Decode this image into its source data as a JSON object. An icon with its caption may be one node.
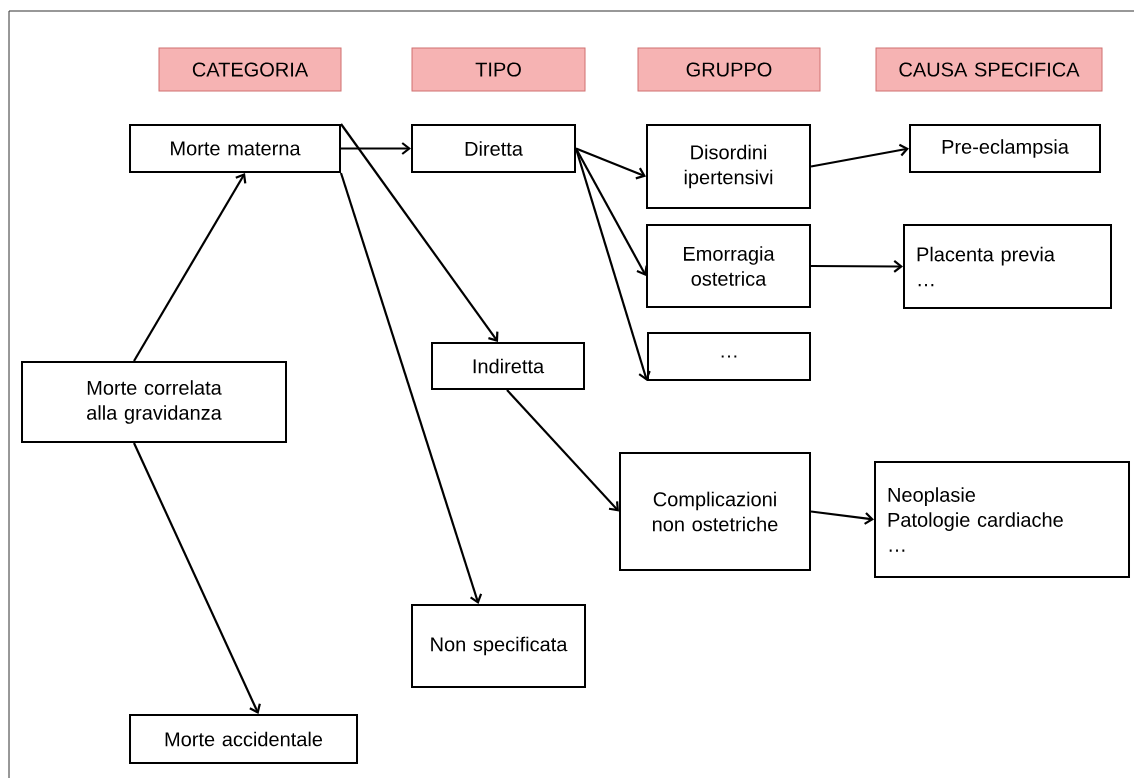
{
  "diagram": {
    "nodes": [
      {
        "text": [
          "CATEGORIA"
        ]
      },
      {
        "text": [
          "TIPO"
        ]
      },
      {
        "text": [
          "GRUPPO"
        ]
      },
      {
        "text": [
          "CAUSA SPECIFICA"
        ]
      },
      {
        "text": [
          "Morte materna"
        ]
      },
      {
        "text": [
          "Diretta"
        ]
      },
      {
        "text": [
          "Disordini ipertensivi"
        ]
      },
      {
        "text": [
          "Pre-eclampsia"
        ]
      },
      {
        "text": [
          "Emorragia ostetrica"
        ]
      },
      {
        "text": [
          "Placenta previa",
          "…"
        ]
      },
      {
        "text": [
          "…"
        ]
      },
      {
        "text": [
          "Indiretta"
        ]
      },
      {
        "text": [
          "Morte correlata alla gravidanza"
        ]
      },
      {
        "text": [
          "Complicazioni non ostetriche"
        ]
      },
      {
        "text": [
          "Neoplasie",
          "Patologie cardiache",
          "…"
        ]
      },
      {
        "text": [
          "Non specificata"
        ]
      },
      {
        "text": [
          "Morte accidentale"
        ]
      }
    ],
    "edges": [
      {
        "from": 12,
        "to": 4,
        "arrow": "to"
      },
      {
        "from": 12,
        "to": 16,
        "arrow": "to"
      },
      {
        "from": 4,
        "to": 5,
        "arrow": "to"
      },
      {
        "from": 4,
        "to": 11,
        "arrow": "to"
      },
      {
        "from": 4,
        "to": 15,
        "arrow": "to"
      },
      {
        "from": 5,
        "to": 6,
        "arrow": "to"
      },
      {
        "from": 5,
        "to": 8,
        "arrow": "to"
      },
      {
        "from": 5,
        "to": 10,
        "arrow": "to"
      },
      {
        "from": 6,
        "to": 7,
        "arrow": "to"
      },
      {
        "from": 8,
        "to": 9,
        "arrow": "to"
      },
      {
        "from": 11,
        "to": 13,
        "arrow": "to"
      },
      {
        "from": 13,
        "to": 14,
        "arrow": "to"
      }
    ]
  }
}
